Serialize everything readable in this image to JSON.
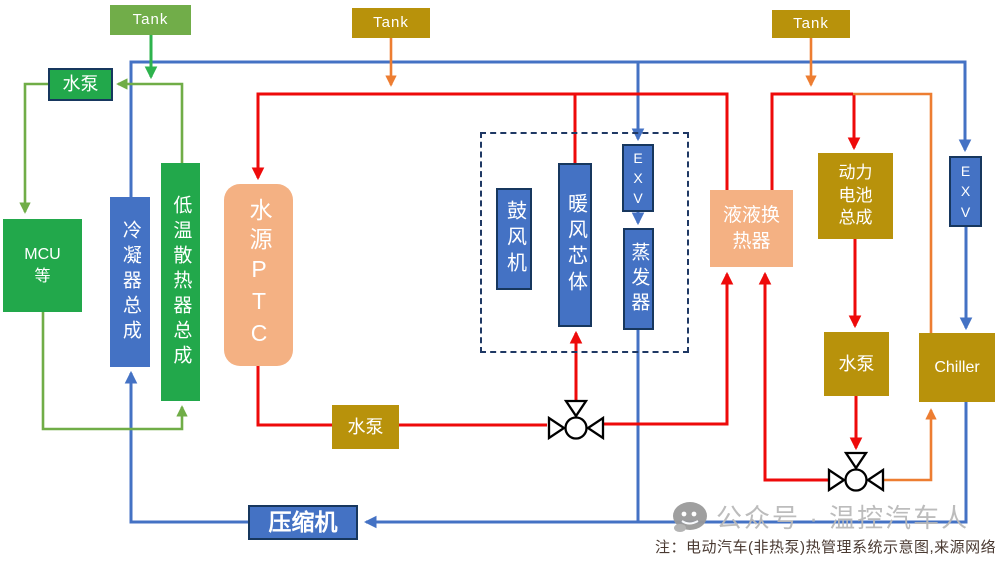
{
  "colors": {
    "red": "#ee0a0a",
    "blue": "#4472c4",
    "orange": "#ed7d31",
    "green_line": "#70ad47",
    "green_bright": "#2eb34d",
    "green_tank": "#71ad49",
    "green_box": "#22a84b",
    "gold": "#b8920b",
    "salmon": "#f4b183",
    "blue_box": "#4472c4",
    "navy_border": "#17375e",
    "dashed_navy": "#1f3864",
    "watermark_gray": "#b9b9b9",
    "note_ink": "#4a3a32"
  },
  "nodes": {
    "tank_left": {
      "label": "Tank"
    },
    "pump_left": {
      "label": "水泵"
    },
    "mcu": {
      "label": "MCU\n等"
    },
    "condenser": {
      "label": "冷凝器总成"
    },
    "radiator": {
      "label": "低温散热器总成"
    },
    "ptc": {
      "label": "水源PTC"
    },
    "tank_mid": {
      "label": "Tank"
    },
    "pump_mid": {
      "label": "水泵"
    },
    "blower": {
      "label": "鼓风机"
    },
    "heater_core": {
      "label": "暖风芯体"
    },
    "exv_mid": {
      "label": "E\nX\nV"
    },
    "evaporator": {
      "label": "蒸发器"
    },
    "hx": {
      "label": "液液换\n热器"
    },
    "battery": {
      "label": "动力\n电池\n总成"
    },
    "tank_right": {
      "label": "Tank"
    },
    "exv_right": {
      "label": "E\nX\nV"
    },
    "pump_right": {
      "label": "水泵"
    },
    "chiller": {
      "label": "Chiller"
    },
    "compressor": {
      "label": "压缩机"
    }
  },
  "icons": {
    "watermark_logo": "wechat-official-account-icon"
  },
  "watermark": {
    "text": "公众号 · 温控汽车人"
  },
  "note": {
    "text": "注：电动汽车(非热泵)热管理系统示意图,来源网络"
  }
}
